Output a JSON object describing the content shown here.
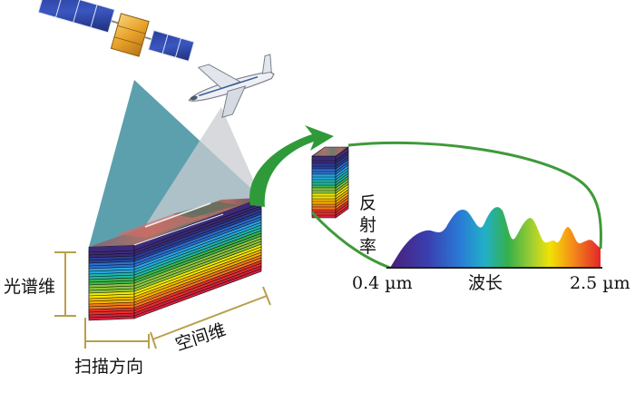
{
  "labels": {
    "spectral_dim": "光谱维",
    "spatial_dim": "空间维",
    "scan_dir": "扫描方向",
    "reflectance": [
      "反",
      "射",
      "率"
    ],
    "wavelength": "波长",
    "wl_start": "0.4 µm",
    "wl_end": "2.5 µm"
  },
  "icons": {
    "satellite": "satellite-icon",
    "airplane": "airplane-icon"
  },
  "colors": {
    "layer_bands": [
      "#3b2a7a",
      "#2a3f9a",
      "#2b6fd0",
      "#26a7e0",
      "#1fb7a8",
      "#3db54a",
      "#8cc63f",
      "#f2e600",
      "#f7b500",
      "#f07a1a",
      "#e8302a",
      "#d81f3c"
    ],
    "arrow_green": "#2f9a3a",
    "outline_green": "#3f9a3a",
    "annotation_olive": "#b8a04a",
    "beam_teal": "#3f8fa0",
    "beam_light": "#c9ccd2"
  }
}
